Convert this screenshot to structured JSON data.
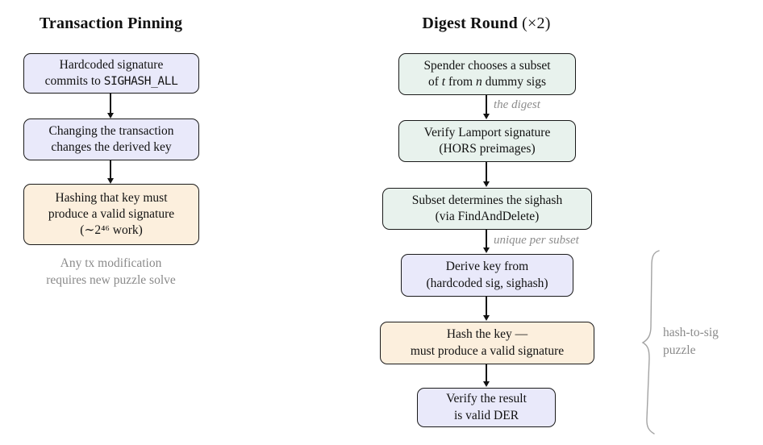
{
  "colors": {
    "lavender": "#e9e9fa",
    "mint": "#e8f2ed",
    "peach": "#fcefdd",
    "border": "#1a1a1a",
    "arrow": "#111111",
    "muted_gray": "#8a8a8a",
    "brace_gray": "#a3a3a3"
  },
  "left": {
    "title": "Transaction Pinning",
    "boxes": [
      {
        "color": "lavender",
        "lines": [
          [
            {
              "t": "Hardcoded signature"
            }
          ],
          [
            {
              "t": "commits to "
            },
            {
              "t": "SIGHASH_ALL",
              "s": "mono"
            }
          ]
        ]
      },
      {
        "color": "lavender",
        "lines": [
          [
            {
              "t": "Changing the transaction"
            }
          ],
          [
            {
              "t": "changes the derived key"
            }
          ]
        ]
      },
      {
        "color": "peach",
        "lines": [
          [
            {
              "t": "Hashing that key must"
            }
          ],
          [
            {
              "t": "produce a valid signature"
            }
          ],
          [
            {
              "t": "(∼2⁴⁶ work)"
            }
          ]
        ]
      }
    ],
    "note": [
      "Any tx modification",
      "requires new puzzle solve"
    ]
  },
  "right": {
    "title_main": "Digest Round",
    "title_suffix": " (×2)",
    "boxes": [
      {
        "color": "mint",
        "lines": [
          [
            {
              "t": "Spender chooses a subset"
            }
          ],
          [
            {
              "t": "of "
            },
            {
              "t": "t",
              "s": "it"
            },
            {
              "t": " from "
            },
            {
              "t": "n",
              "s": "it"
            },
            {
              "t": " dummy sigs"
            }
          ]
        ]
      },
      {
        "color": "mint",
        "lines": [
          [
            {
              "t": "Verify Lamport signature"
            }
          ],
          [
            {
              "t": "(HORS preimages)"
            }
          ]
        ]
      },
      {
        "color": "mint",
        "lines": [
          [
            {
              "t": "Subset determines the sighash"
            }
          ],
          [
            {
              "t": "(via FindAndDelete)"
            }
          ]
        ]
      },
      {
        "color": "lavender",
        "lines": [
          [
            {
              "t": "Derive key from"
            }
          ],
          [
            {
              "t": "(hardcoded sig, sighash)"
            }
          ]
        ]
      },
      {
        "color": "peach",
        "lines": [
          [
            {
              "t": "Hash the key —"
            }
          ],
          [
            {
              "t": "must produce a valid signature"
            }
          ]
        ]
      },
      {
        "color": "lavender",
        "lines": [
          [
            {
              "t": "Verify the result"
            }
          ],
          [
            {
              "t": "is valid DER"
            }
          ]
        ]
      }
    ],
    "edge_labels": [
      {
        "text": "the digest"
      },
      {
        "text": "unique per subset"
      }
    ],
    "brace": {
      "label": [
        "hash-to-sig",
        "puzzle"
      ]
    }
  }
}
